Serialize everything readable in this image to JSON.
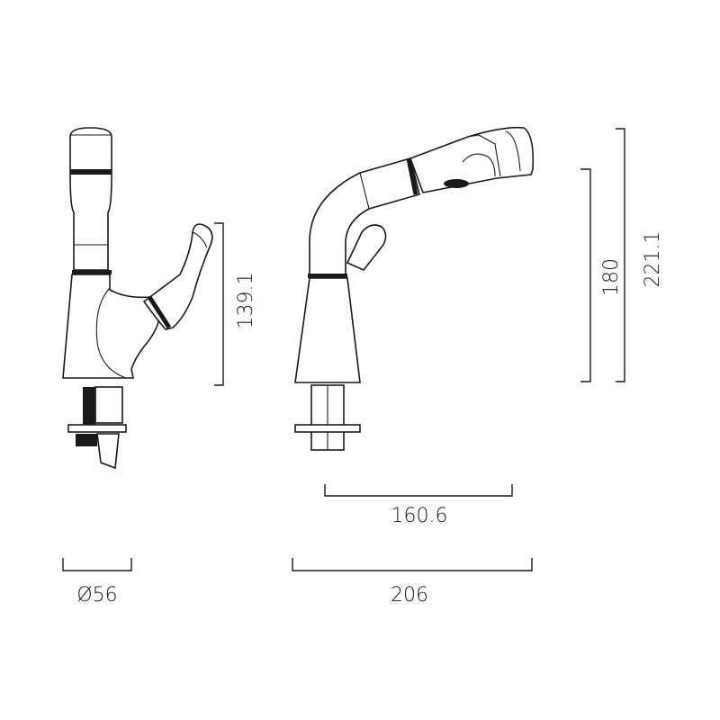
{
  "dimensions": {
    "lever_height": "139.1",
    "diameter": "Ø56",
    "spout_body_height": "180",
    "total_height": "221.1",
    "spout_reach": "160.6",
    "overall_depth": "206"
  },
  "colors": {
    "stroke": "#1a1a1a",
    "background": "#ffffff"
  }
}
